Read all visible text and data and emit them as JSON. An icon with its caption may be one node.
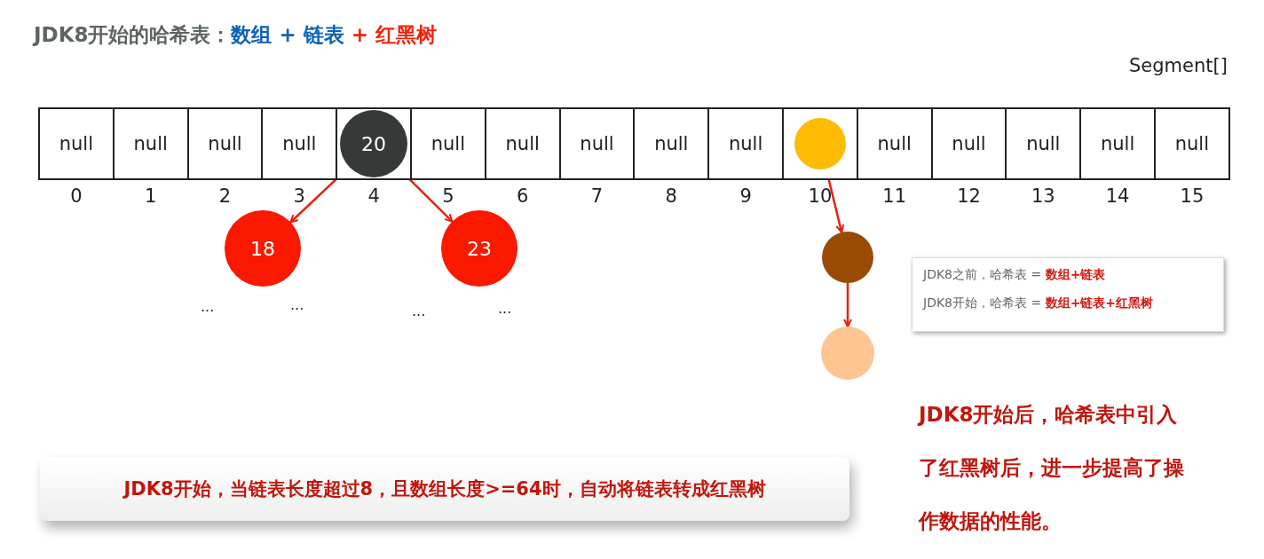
{
  "diagram": {
    "title": "JDK8开始的哈希表：**数组 + 链表** *+ 红黑树*",
    "nodes": [
      {
        "text": [
          "null"
        ],
        "beside": [
          "0"
        ]
      },
      {
        "text": [
          "null"
        ],
        "beside": [
          "1"
        ]
      },
      {
        "text": [
          "null"
        ],
        "beside": [
          "2"
        ]
      },
      {
        "text": [
          "null"
        ],
        "beside": [
          "3"
        ]
      },
      {
        "text": [],
        "shape": "box",
        "beside": [
          "4"
        ]
      },
      {
        "text": [
          "null"
        ],
        "beside": [
          "5"
        ]
      },
      {
        "text": [
          "null"
        ],
        "beside": [
          "6"
        ]
      },
      {
        "text": [
          "null"
        ],
        "beside": [
          "7"
        ]
      },
      {
        "text": [
          "null"
        ],
        "beside": [
          "8"
        ]
      },
      {
        "text": [
          "null"
        ],
        "beside": [
          "9"
        ]
      },
      {
        "text": [],
        "shape": "box",
        "beside": [
          "10"
        ]
      },
      {
        "text": [
          "null"
        ],
        "beside": [
          "11"
        ]
      },
      {
        "text": [
          "null"
        ],
        "beside": [
          "12"
        ]
      },
      {
        "text": [
          "null"
        ],
        "beside": [
          "13"
        ]
      },
      {
        "text": [
          "null"
        ],
        "beside": [
          "14"
        ]
      },
      {
        "text": [
          "null"
        ],
        "beside": [
          "15"
        ]
      },
      {
        "text": [
          "20"
        ],
        "in": 4
      },
      {
        "text": [],
        "shape": "circle",
        "in": 10
      },
      {
        "text": [
          "18"
        ]
      },
      {
        "text": [
          "23"
        ]
      },
      {
        "text": [],
        "shape": "circle"
      },
      {
        "text": [],
        "shape": "circle"
      },
      {
        "text": [
          "JDK8之前，哈希表 = **数组+链表**",
          "JDK8开始，哈希表 = **数组+链表+红黑树**"
        ]
      },
      {
        "text": [
          "JDK8开始，当链表长度超过8，且数组长度>=64时，自动将链表转成红黑树"
        ]
      }
    ],
    "edges": [
      {
        "from": 16,
        "to": 18,
        "arrow": "to"
      },
      {
        "from": 16,
        "to": 19,
        "arrow": "to"
      },
      {
        "from": 17,
        "to": 20,
        "arrow": "to"
      },
      {
        "from": 20,
        "to": 21,
        "arrow": "to"
      }
    ],
    "labels": [
      "Segment[]",
      "...",
      "...",
      "...",
      "...",
      "JDK8开始后，哈希表中引入了红黑树后，进一步提高了操作数据的性能。"
    ]
  }
}
